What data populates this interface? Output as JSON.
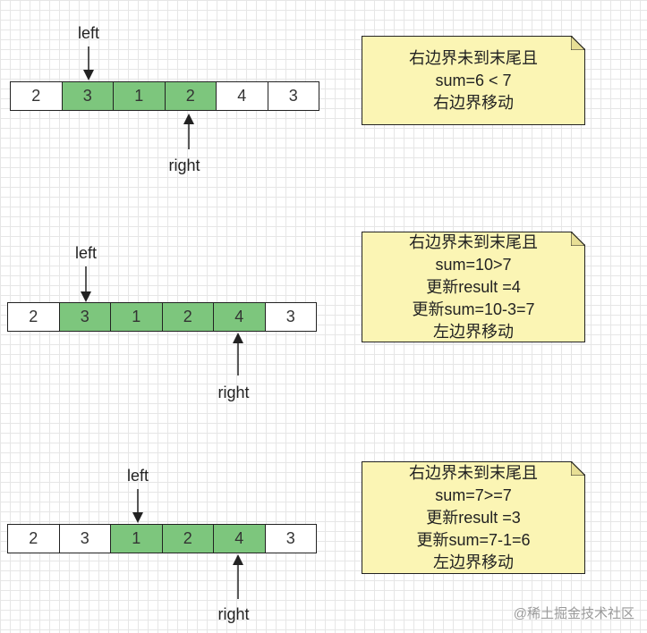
{
  "scenes": [
    {
      "cells": [
        "2",
        "3",
        "1",
        "2",
        "4",
        "3"
      ],
      "highlight": [
        1,
        2,
        3
      ],
      "left_label": "left",
      "right_label": "right",
      "note_lines": [
        "右边界未到末尾且",
        "sum=6  < 7",
        "右边界移动"
      ]
    },
    {
      "cells": [
        "2",
        "3",
        "1",
        "2",
        "4",
        "3"
      ],
      "highlight": [
        1,
        2,
        3,
        4
      ],
      "left_label": "left",
      "right_label": "right",
      "note_lines": [
        "右边界未到末尾且",
        "sum=10>7",
        "更新result =4",
        "更新sum=10-3=7",
        "左边界移动"
      ]
    },
    {
      "cells": [
        "2",
        "3",
        "1",
        "2",
        "4",
        "3"
      ],
      "highlight": [
        2,
        3,
        4
      ],
      "left_label": "left",
      "right_label": "right",
      "note_lines": [
        "右边界未到末尾且",
        "sum=7>=7",
        "更新result =3",
        "更新sum=7-1=6",
        "左边界移动"
      ]
    }
  ],
  "watermark": "@稀土掘金技术社区"
}
